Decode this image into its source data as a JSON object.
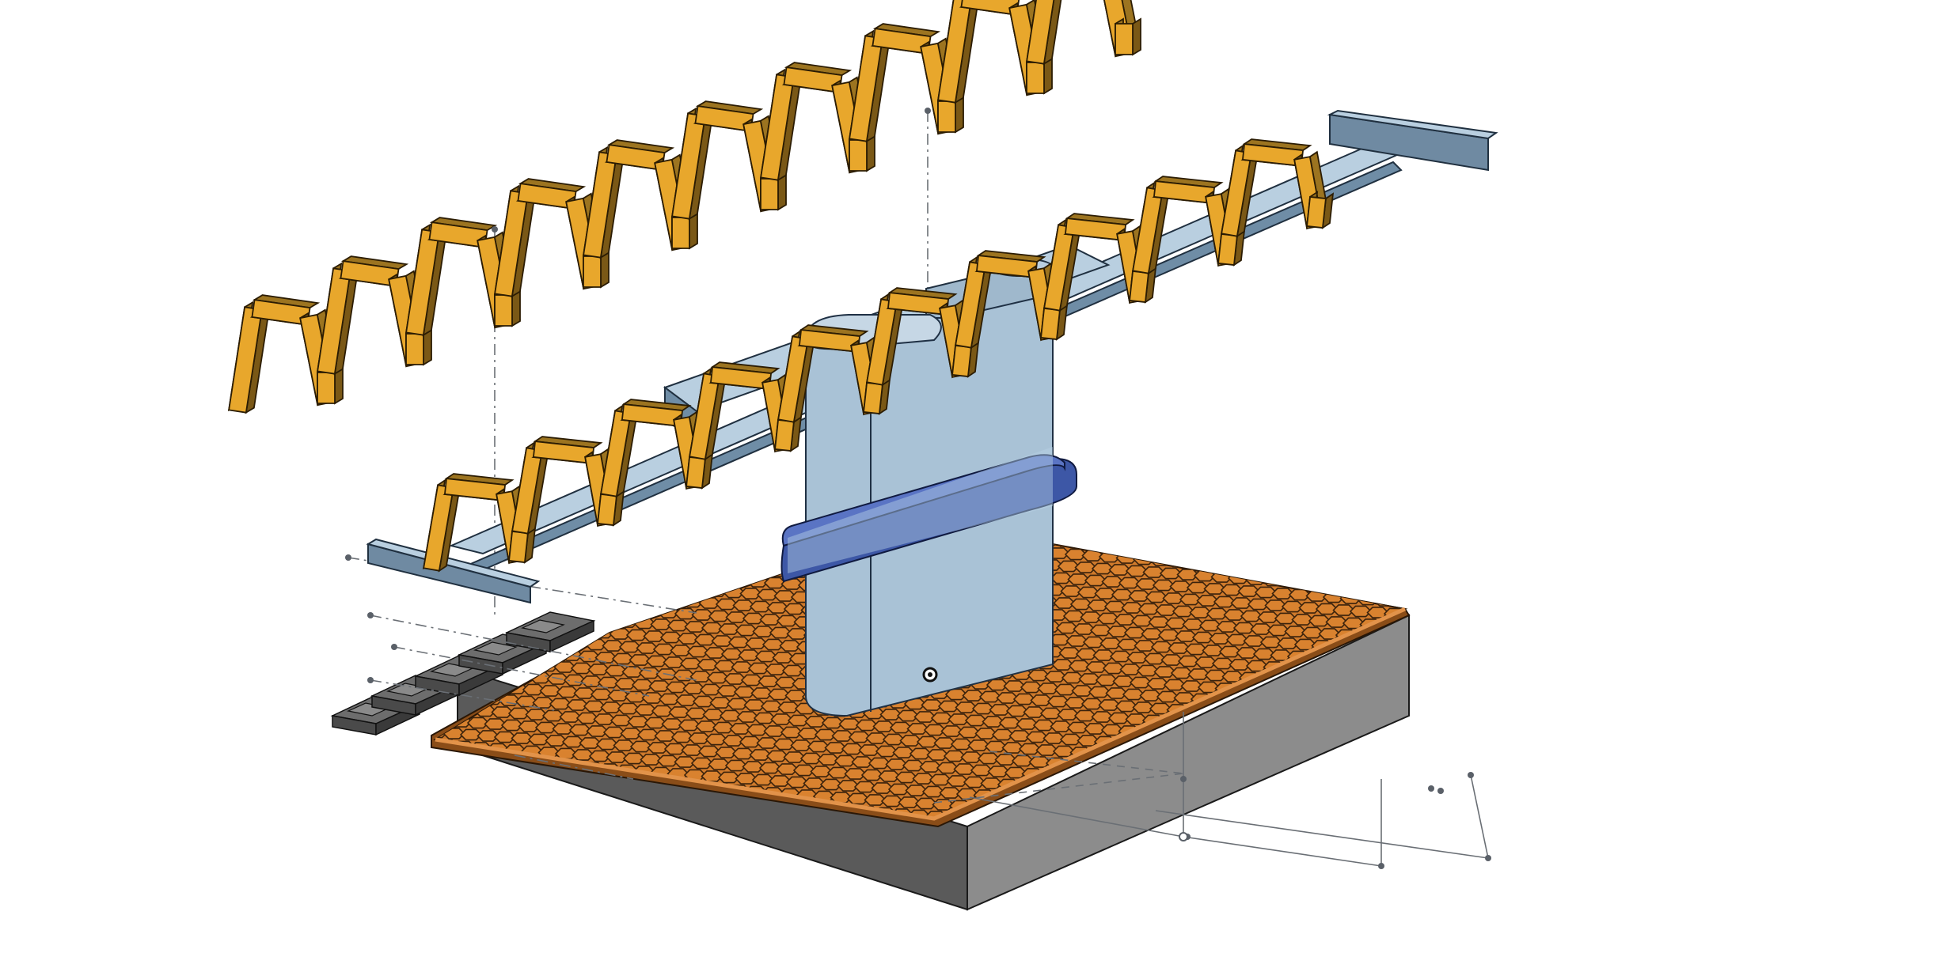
{
  "view": {
    "projection": "isometric",
    "background": "#ffffff"
  },
  "colors": {
    "zigzag_front": "#e8a72c",
    "zigzag_top": "#9c7420",
    "zigzag_side": "#7a5816",
    "rail_front": "#9db7cc",
    "rail_top": "#b9cfe0",
    "rail_side": "#6f8da6",
    "post_light": "#a9c2d6",
    "post_dark": "#8aa6bd",
    "band": "#3d57a6",
    "band_dark": "#2b3f80",
    "honeycomb_cell": "#cf7a2c",
    "honeycomb_line": "#3a220c",
    "base_front": "#5a5a5a",
    "base_side": "#8c8c8c",
    "clip": "#4a4a4a",
    "construction_line": "#6a6f75"
  },
  "parts": [
    {
      "name": "zigzag-frame-front",
      "icon": "zigzag-icon"
    },
    {
      "name": "zigzag-frame-back",
      "icon": "zigzag-icon"
    },
    {
      "name": "blue-rail",
      "icon": "rail-icon"
    },
    {
      "name": "center-post",
      "icon": "post-icon"
    },
    {
      "name": "blue-band",
      "icon": "ring-icon"
    },
    {
      "name": "honeycomb-plate",
      "icon": "hexagon-icon"
    },
    {
      "name": "grey-base-block",
      "icon": "box-icon"
    },
    {
      "name": "clip-stack",
      "icon": "clip-icon"
    }
  ]
}
